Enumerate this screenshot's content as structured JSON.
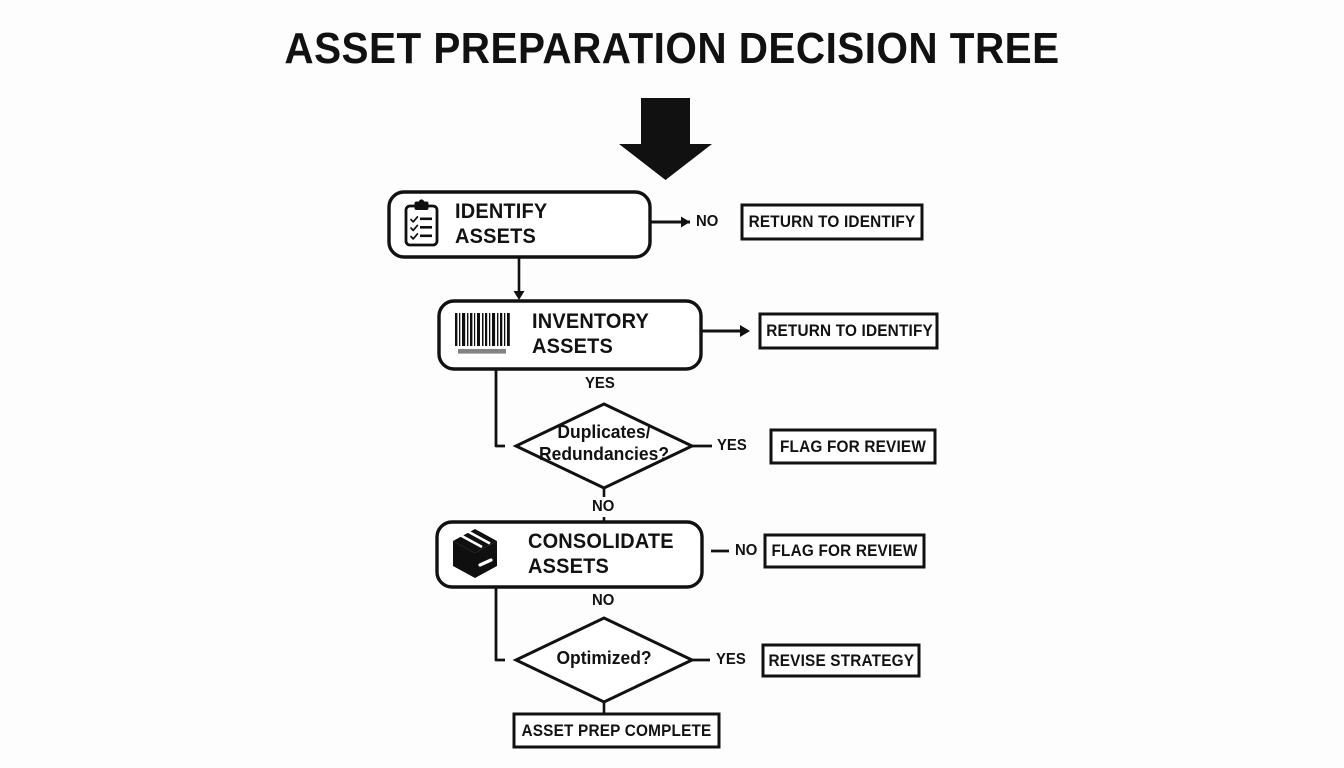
{
  "title": "ASSET PREPARATION DECISION TREE",
  "colors": {
    "background": "#fdfdfd",
    "stroke": "#111111",
    "text": "#121212",
    "icon": "#0f0f0f"
  },
  "start_arrow": {
    "icon": "down-arrow-icon",
    "direction": "down"
  },
  "nodes": [
    {
      "id": "identify-assets",
      "type": "process",
      "icon": "clipboard-checklist-icon",
      "line1": "IDENTIFY",
      "line2": "ASSETS",
      "label": "IDENTIFY ASSETS"
    },
    {
      "id": "inventory-assets",
      "type": "process",
      "icon": "barcode-icon",
      "line1": "INVENTORY",
      "line2": "ASSETS",
      "label": "INVENTORY ASSETS"
    },
    {
      "id": "duplicates-redundancies",
      "type": "decision",
      "line1": "Duplicates/",
      "line2": "Redundancies?",
      "label": "Duplicates/Redundancies?"
    },
    {
      "id": "consolidate-assets",
      "type": "process",
      "icon": "package-box-icon",
      "line1": "CONSOLIDATE",
      "line2": "ASSETS",
      "label": "CONSOLIDATE ASSETS"
    },
    {
      "id": "optimized",
      "type": "decision",
      "line1": "Optimized?",
      "line2": "",
      "label": "Optimized?"
    },
    {
      "id": "asset-prep-complete",
      "type": "terminator",
      "label": "ASSET PREP COMPLETE"
    }
  ],
  "outcomes": [
    {
      "id": "return-to-identify-1",
      "label": "RETURN TO IDENTIFY"
    },
    {
      "id": "return-to-identify-2",
      "label": "RETURN TO IDENTIFY"
    },
    {
      "id": "flag-for-review-1",
      "label": "FLAG FOR REVIEW"
    },
    {
      "id": "flag-for-review-2",
      "label": "FLAG FOR REVIEW"
    },
    {
      "id": "revise-strategy",
      "label": "REVISE STRATEGY"
    }
  ],
  "edge_labels": [
    {
      "id": "identify-no",
      "label": "NO"
    },
    {
      "id": "inventory-yes",
      "label": "YES"
    },
    {
      "id": "duplicates-yes",
      "label": "YES"
    },
    {
      "id": "duplicates-no",
      "label": "NO"
    },
    {
      "id": "consolidate-no",
      "label": "NO"
    },
    {
      "id": "consolidate-down-no",
      "label": "NO"
    },
    {
      "id": "optimized-yes",
      "label": "YES"
    }
  ]
}
